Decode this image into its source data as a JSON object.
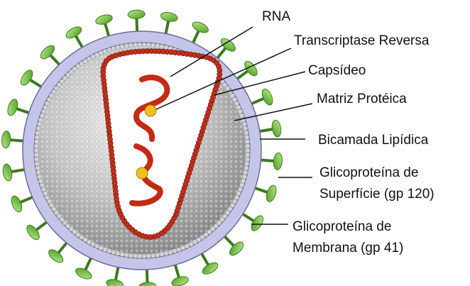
{
  "labels": {
    "rna": "RNA",
    "transcriptase": "Transcriptase Reversa",
    "capsid": "Capsídeo",
    "matrix": "Matriz Protéica",
    "bilayer": "Bicamada Lipídica",
    "gp120_line1": "Glicoproteína de",
    "gp120_line2": "Superfície (gp 120)",
    "gp41_line1": "Glicoproteína de",
    "gp41_line2": "Membrana (gp 41)"
  },
  "colors": {
    "membrane": "#c5c5ea",
    "membrane_edge": "#6a6a9a",
    "spike": "#7dc94a",
    "spike_edge": "#3c7a1e",
    "capsid": "#c0301a",
    "rna": "#c42a14",
    "enzyme": "#f2c01e",
    "matrix_bead": "#d4d4d4"
  }
}
